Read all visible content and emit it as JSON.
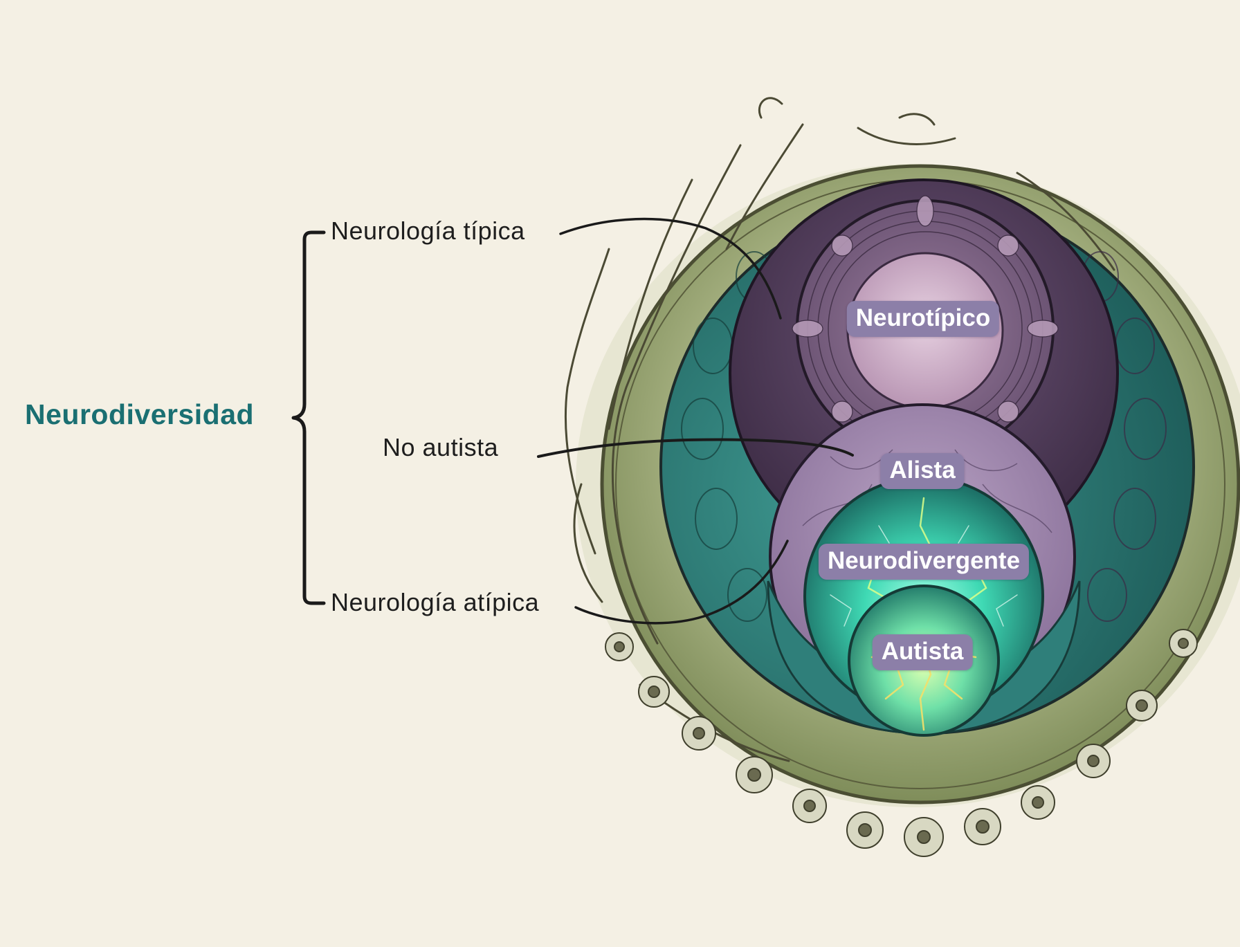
{
  "diagram": {
    "main_term": "Neurodiversidad",
    "branches": {
      "typical": "Neurología típica",
      "not_autistic": "No autista",
      "atypical": "Neurología atípica"
    },
    "circle_labels": {
      "neurotypical": "Neurotípico",
      "allistic": "Alista",
      "neurodivergent": "Neurodivergente",
      "autistic": "Autista"
    }
  },
  "colors": {
    "background": "#f4f0e4",
    "main_term": "#1a6f72",
    "label_pill": "#8c7fa8",
    "outer_ring": "#8f9e6a",
    "teal_circle": "#2f7f7a",
    "purple_circle": "#5a4466",
    "glow": "#4fe3c0"
  },
  "icons": {
    "brace": "curly-brace-icon",
    "ornament": "vine-and-flower-ring"
  }
}
